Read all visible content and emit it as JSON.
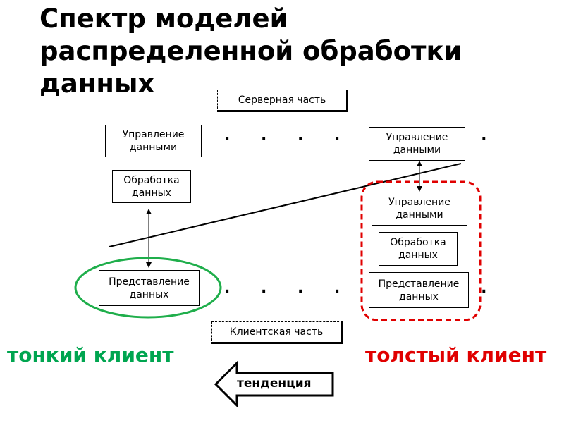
{
  "title": {
    "line1": "Спектр моделей",
    "line2": "распределенной обработки",
    "line3": "данных"
  },
  "labels": {
    "server_part": "Серверная часть",
    "client_part": "Клиентская часть",
    "thin_client": "тонкий клиент",
    "thick_client": "толстый клиент",
    "trend": "тенденция",
    "dots_top": ". . . . . . . .",
    "dots_bottom": ". . . . . . . ."
  },
  "left_column": {
    "data_management": "Управление данными",
    "data_processing": "Обработка данных",
    "data_presentation": "Представление данных"
  },
  "right_column": {
    "data_management_server": "Управление данными",
    "data_management_client": "Управление данными",
    "data_processing": "Обработка данных",
    "data_presentation": "Представление данных"
  },
  "colors": {
    "thin_client": "#00a550",
    "thick_client": "#e00000",
    "ellipse_green": "#1fae4b",
    "dashed_red": "#e00000"
  }
}
